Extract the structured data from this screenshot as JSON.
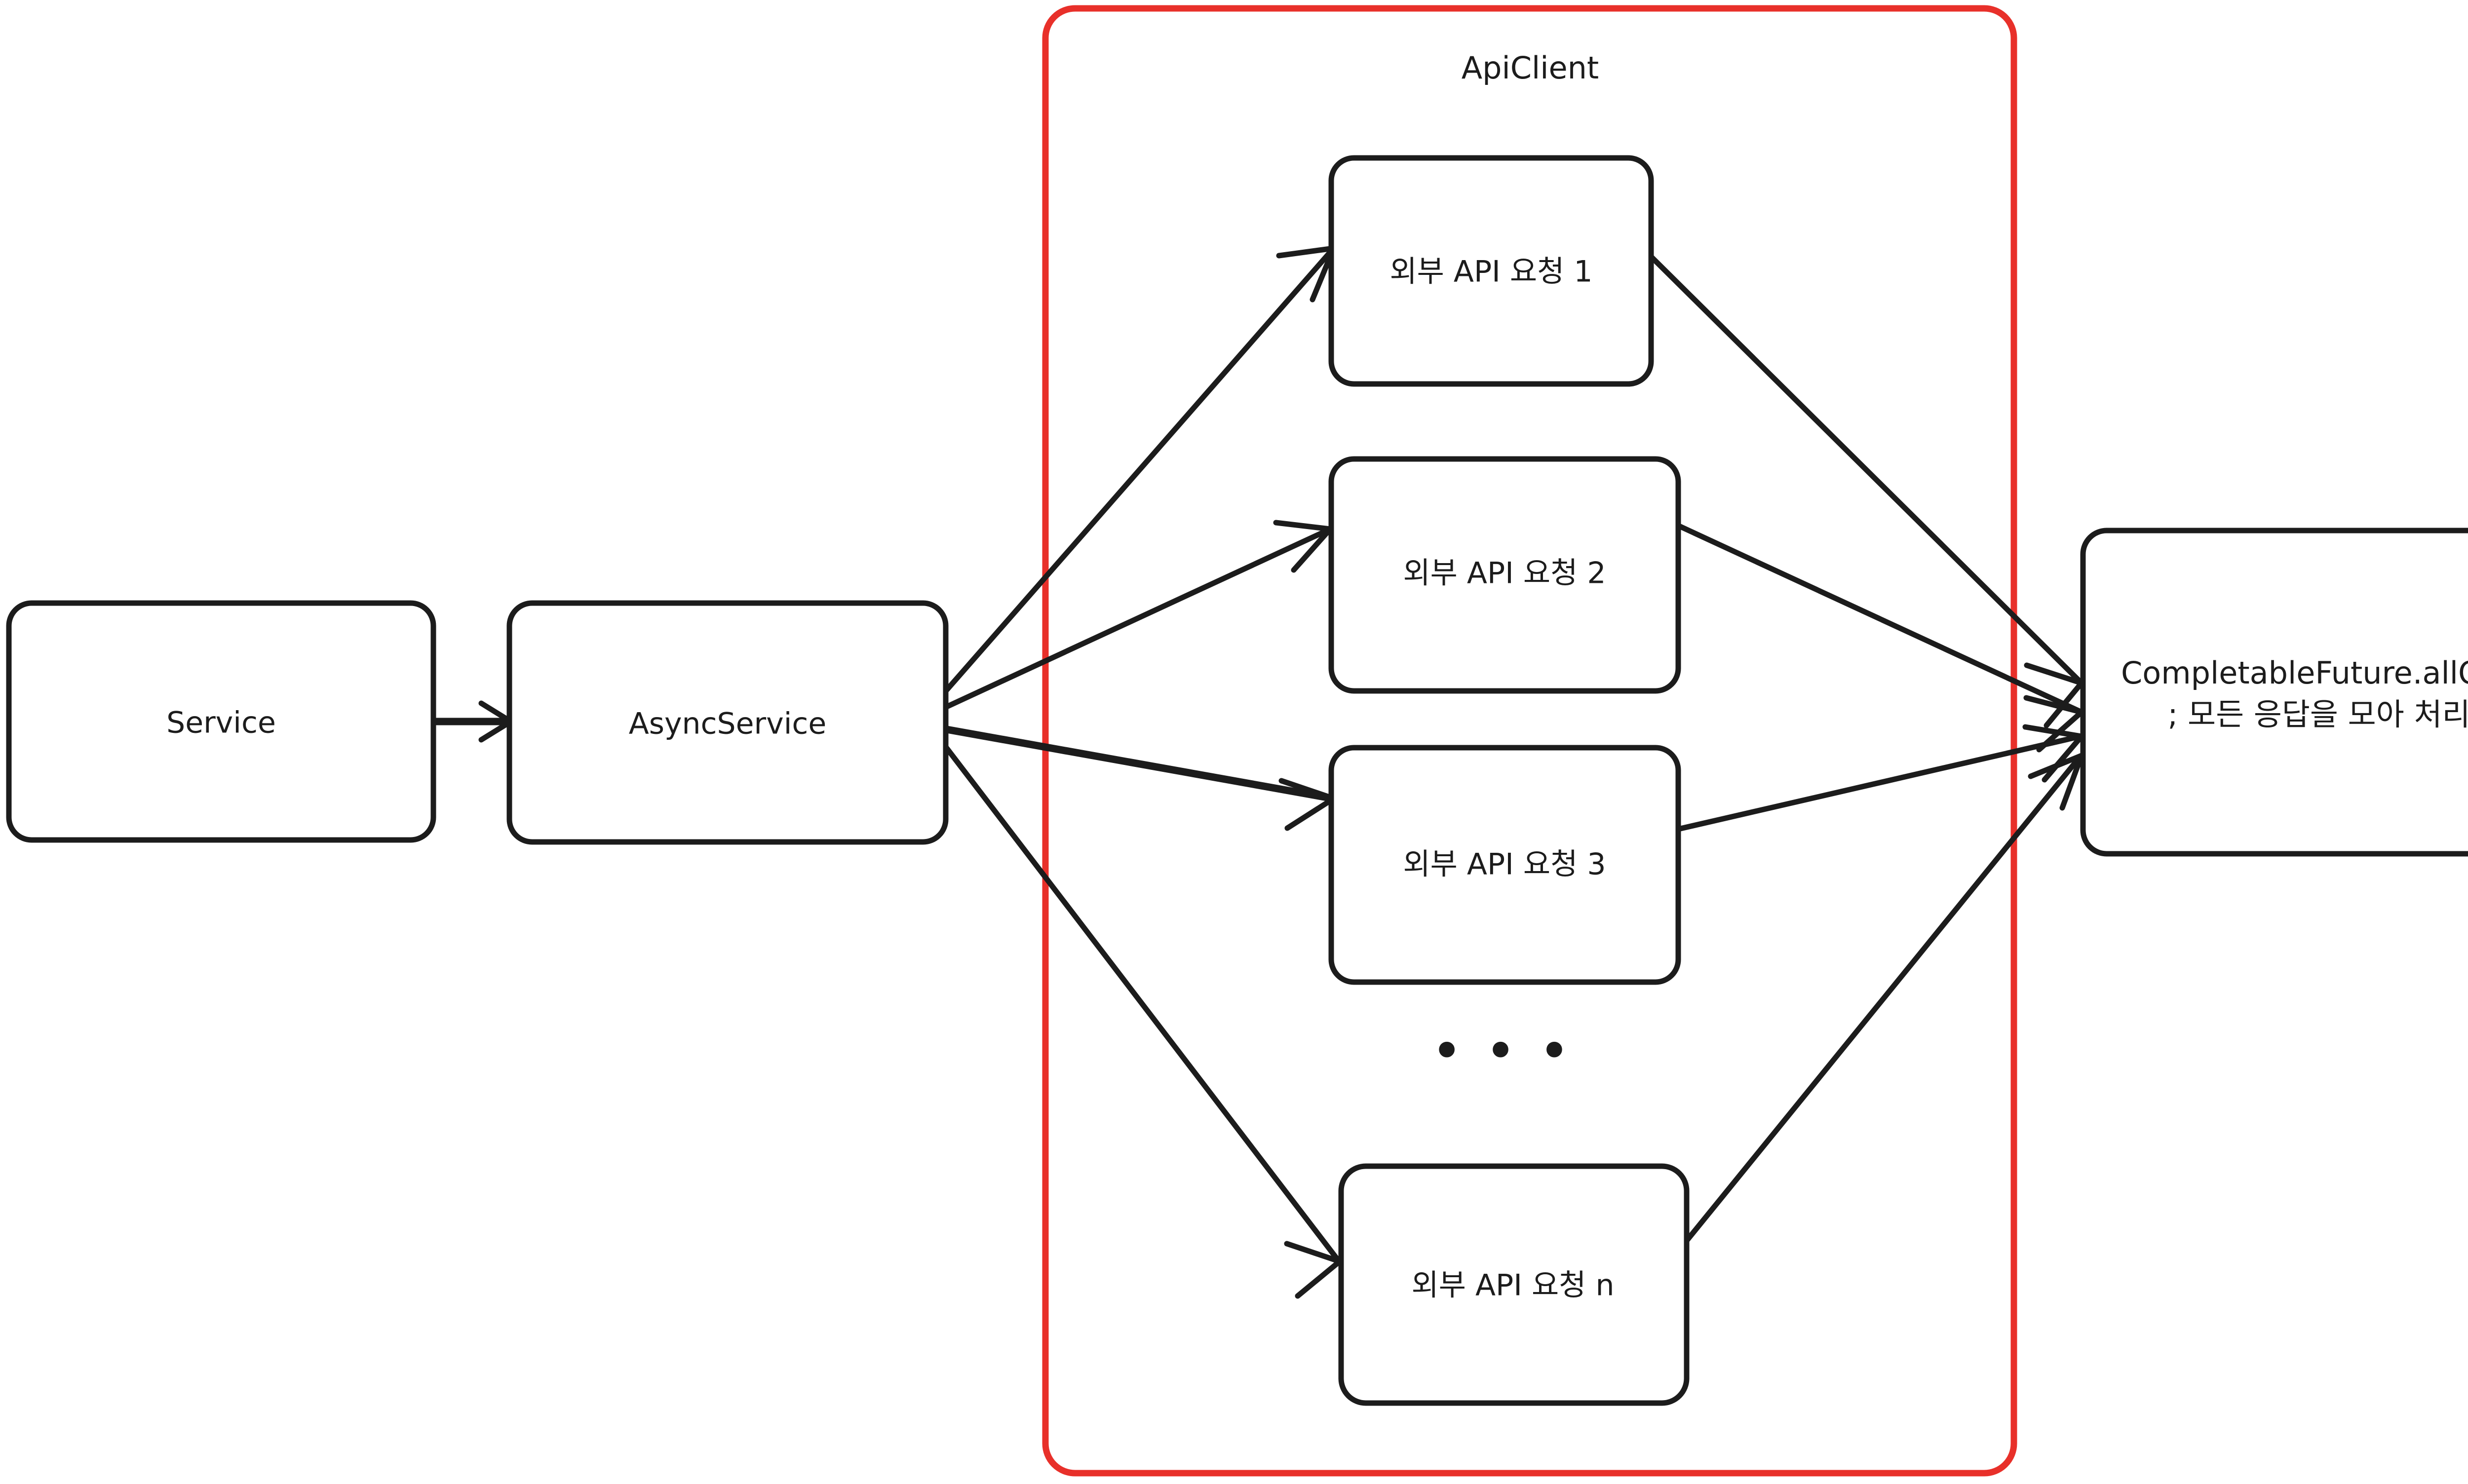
{
  "diagram": {
    "title_visible": false,
    "background_color": "#ffffff",
    "stroke_color": "#1c1c1c",
    "accent_color": "#e8302a",
    "group": {
      "label": "ApiClient",
      "border_color": "#e8302a"
    },
    "nodes": [
      {
        "id": "service",
        "label": "Service"
      },
      {
        "id": "async-service",
        "label": "AsyncService"
      },
      {
        "id": "api-1",
        "label": "외부 API 요청 1"
      },
      {
        "id": "api-2",
        "label": "외부 API 요청 2"
      },
      {
        "id": "api-3",
        "label": "외부 API 요청 3"
      },
      {
        "id": "api-n",
        "label": "외부 API 요청 n"
      },
      {
        "id": "completable-future",
        "label_line1": "CompletableFuture.allOf()",
        "label_line2": "; 모든 응답을 모아 처리"
      }
    ],
    "ellipsis": "• • •",
    "edges": [
      {
        "from": "service",
        "to": "async-service"
      },
      {
        "from": "async-service",
        "to": "api-1"
      },
      {
        "from": "async-service",
        "to": "api-2"
      },
      {
        "from": "async-service",
        "to": "api-3"
      },
      {
        "from": "async-service",
        "to": "api-n"
      },
      {
        "from": "api-1",
        "to": "completable-future"
      },
      {
        "from": "api-2",
        "to": "completable-future"
      },
      {
        "from": "api-3",
        "to": "completable-future"
      },
      {
        "from": "api-n",
        "to": "completable-future"
      }
    ]
  }
}
